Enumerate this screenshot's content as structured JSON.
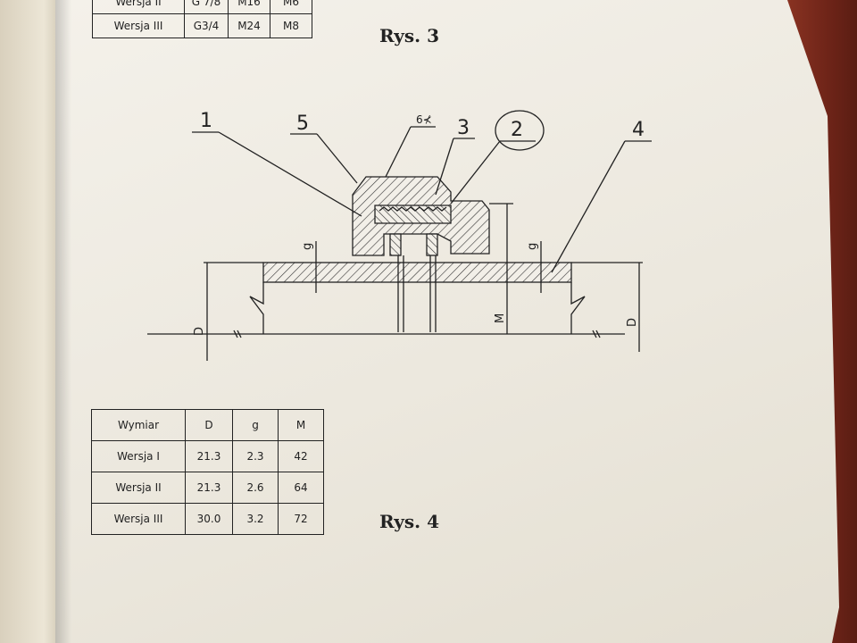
{
  "top_table": {
    "rows": [
      [
        "Wersja II",
        "G 7/8",
        "M16",
        "M6"
      ],
      [
        "Wersja III",
        "G3/4",
        "M24",
        "M8"
      ]
    ]
  },
  "caption_top": "Rys. 3",
  "caption_bottom": "Rys. 4",
  "drawing": {
    "callouts": [
      "1",
      "5",
      "6",
      "3",
      "2",
      "4"
    ],
    "dimensions": [
      "g",
      "g",
      "D",
      "D",
      "M"
    ],
    "angle_mark": "6⊀"
  },
  "bottom_table": {
    "header": [
      "Wymiar",
      "D",
      "g",
      "M"
    ],
    "rows": [
      [
        "Wersja I",
        "21.3",
        "2.3",
        "42"
      ],
      [
        "Wersja II",
        "21.3",
        "2.6",
        "64"
      ],
      [
        "Wersja III",
        "30.0",
        "3.2",
        "72"
      ]
    ]
  }
}
